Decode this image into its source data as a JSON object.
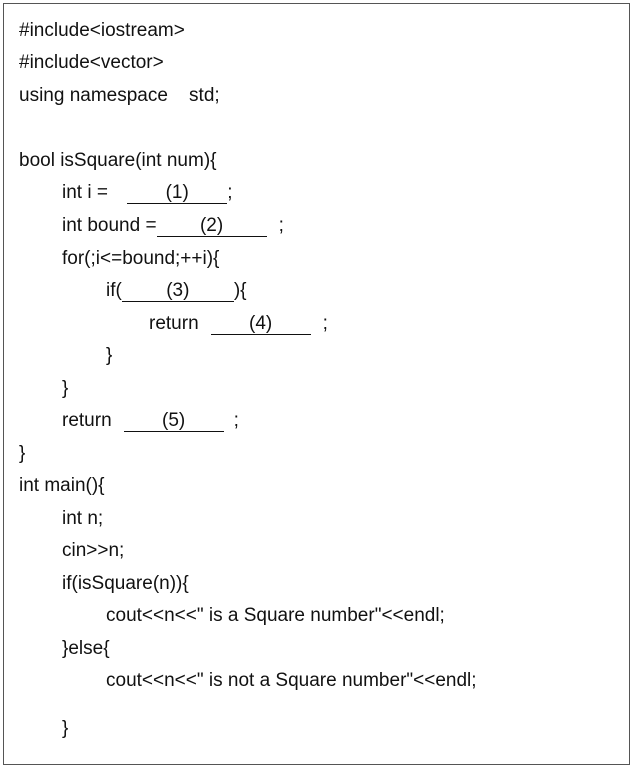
{
  "code": {
    "include_iostream": "#include<iostream>",
    "include_vector": "#include<vector>",
    "using_ns": "using namespace    std;",
    "func_sig": "bool isSquare(int num){",
    "int_i_prefix": "int i = ",
    "int_i_suffix": ";",
    "int_bound_prefix": "int bound =",
    "int_bound_suffix": ";",
    "for_loop": "for(;i<=bound;++i){",
    "if_prefix": "if(",
    "if_suffix": "){",
    "return_inner_prefix": "return",
    "return_inner_suffix": ";",
    "close_if": "}",
    "close_for": "}",
    "return_outer_prefix": "return",
    "return_outer_suffix": ";",
    "close_func": "}",
    "main_sig": "int main(){",
    "int_n": "int n;",
    "cin": "cin>>n;",
    "if_square": "if(isSquare(n)){",
    "cout_is": "cout<<n<<\" is a Square number\"<<endl;",
    "else": "}else{",
    "cout_not": "cout<<n<<\" is not a Square number\"<<endl;",
    "close_else": "}"
  },
  "blanks": {
    "b1": "(1)",
    "b2": "(2)",
    "b3": "(3)",
    "b4": "(4)",
    "b5": "(5)"
  }
}
